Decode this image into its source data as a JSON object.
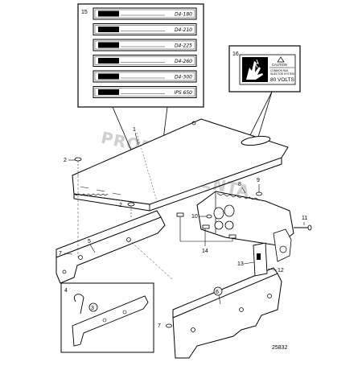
{
  "callouts": {
    "n1": "1",
    "n2a": "2",
    "n2b": "2",
    "n3": "3",
    "n4": "4",
    "n5": "5",
    "n6": "6",
    "n7a": "7",
    "n7b": "7",
    "n8": "8",
    "n9": "9",
    "n10": "10",
    "n11": "11",
    "n12": "12",
    "n13": "13",
    "n14": "14",
    "n15": "15",
    "n16": "16"
  },
  "decals": [
    "D4-180",
    "D4-210",
    "D4-225",
    "D4-260",
    "D4-300",
    "IPS 650"
  ],
  "warning_label": {
    "heading": "CAUTION",
    "line1": "COMMON RAIL",
    "line2": "INJECTOR SYSTEM",
    "voltage": "80 VOLTS"
  },
  "watermark": [
    "PROPERTY OF",
    "VOLVO PENTA"
  ],
  "figure_id": "25832"
}
